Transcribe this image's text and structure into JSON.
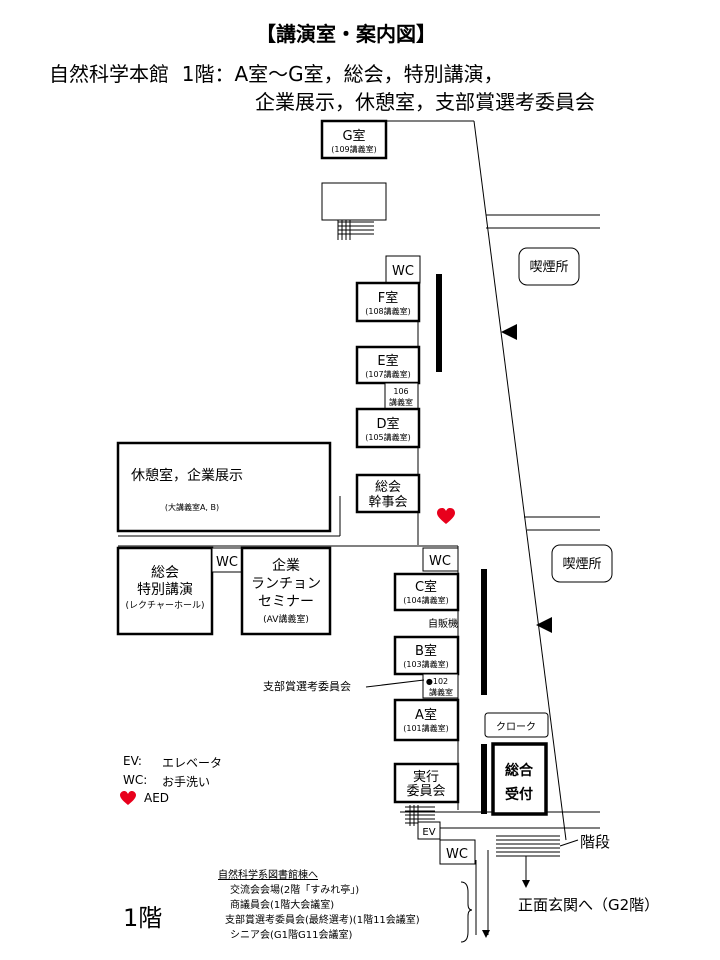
{
  "header": {
    "title": "【講演室・案内図】",
    "building_line1": "自然科学本館  1階：A室～G室，総会，特別講演，",
    "building_line2": "企業展示，休憩室，支部賞選考委員会"
  },
  "rooms": {
    "g": {
      "name": "G室",
      "sub": "(109講義室)"
    },
    "f": {
      "name": "F室",
      "sub": "(108講義室)"
    },
    "e": {
      "name": "E室",
      "sub": "(107講義室)"
    },
    "d": {
      "name": "D室",
      "sub": "(105講義室)"
    },
    "c": {
      "name": "C室",
      "sub": "(104講義室)"
    },
    "b": {
      "name": "B室",
      "sub": "(103講義室)"
    },
    "a": {
      "name": "A室",
      "sub": "(101講義室)"
    },
    "kanji": {
      "line1": "総会",
      "line2": "幹事会"
    },
    "jikko": {
      "line1": "実行",
      "line2": "委員会"
    },
    "rest": {
      "name": "休憩室，企業展示",
      "sub": "(大講義室A, B)"
    },
    "sokai": {
      "line1": "総会",
      "line2": "特別講演",
      "sub": "(レクチャーホール)"
    },
    "lunch": {
      "line1": "企業",
      "line2": "ランチョン",
      "line3": "セミナー",
      "sub": "(AV講義室)"
    },
    "reception": {
      "line1": "総合",
      "line2": "受付"
    }
  },
  "labels": {
    "wc": "WC",
    "ev": "EV",
    "room106_l1": "106",
    "room106_l2": "講義室",
    "room102_l1": "●102",
    "room102_l2": "講義室",
    "vending": "自販機",
    "award_committee": "支部賞選考委員会",
    "cloak": "クローク",
    "smoking": "喫煙所",
    "stairs": "階段",
    "entrance": "正面玄関へ（G2階）",
    "floor": "1階"
  },
  "legend": {
    "ev_key": "EV:",
    "ev_val": "エレベータ",
    "wc_key": "WC:",
    "wc_val": "お手洗い",
    "aed_val": "AED"
  },
  "notes": {
    "title": "自然科学系図書館棟へ",
    "items": [
      "交流会会場(2階「すみれ亭」)",
      "商議員会(1階大会議室)",
      "支部賞選考委員会(最終選考)(1階11会議室)",
      "シニア会(G1階G11会議室)"
    ]
  },
  "colors": {
    "heart": "#e8001c",
    "line": "#000000"
  }
}
